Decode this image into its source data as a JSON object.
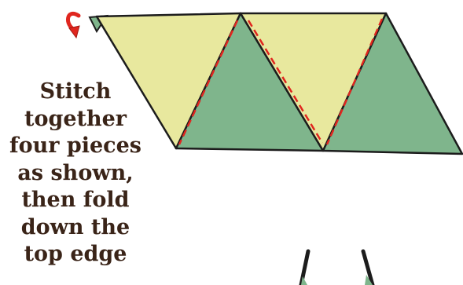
{
  "instruction": {
    "lines": [
      "Stitch",
      "together",
      "four pieces",
      "as shown,",
      "then fold",
      "down the",
      "top edge"
    ]
  },
  "colors": {
    "yellow_piece": "#e8e89e",
    "green_piece": "#7fb58c",
    "outline": "#1c1c1c",
    "stitch_line": "#e0261f",
    "fold_arrow": "#e0261f"
  },
  "icons": {
    "fold_indicator": "curved-fold-arrow-icon"
  },
  "pieces": [
    {
      "shape": "triangle",
      "color": "yellow",
      "orientation": "down"
    },
    {
      "shape": "triangle",
      "color": "green",
      "orientation": "up"
    },
    {
      "shape": "triangle",
      "color": "yellow",
      "orientation": "down"
    },
    {
      "shape": "triangle",
      "color": "green",
      "orientation": "up"
    }
  ]
}
